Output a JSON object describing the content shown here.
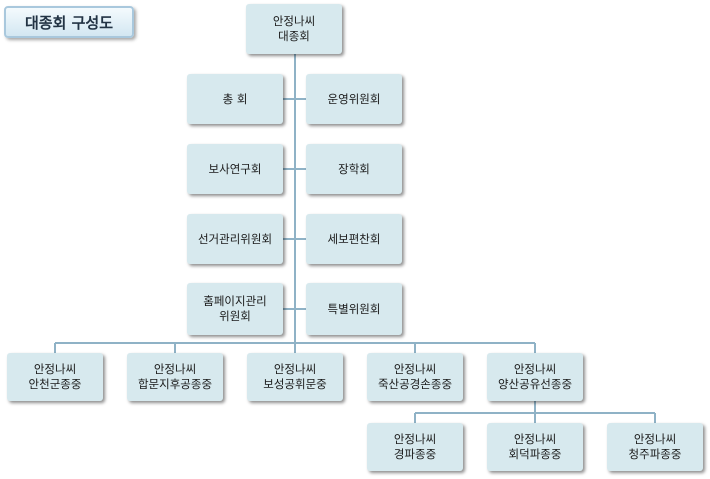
{
  "header": {
    "title": "대종회 구성도"
  },
  "chart": {
    "root": {
      "line1": "안정나씨",
      "line2": "대종회"
    },
    "left_branch": [
      "총  회",
      "보사연구회",
      "선거관리위원회",
      "홈페이지관리\n위원회"
    ],
    "right_branch": [
      "운영위원회",
      "장학회",
      "세보편찬회",
      "특별위원회"
    ],
    "clans": [
      {
        "line1": "안정나씨",
        "line2": "안천군종중"
      },
      {
        "line1": "안정나씨",
        "line2": "합문지후공종중"
      },
      {
        "line1": "안정나씨",
        "line2": "보성공휘문중"
      },
      {
        "line1": "안정나씨",
        "line2": "죽산공경손종중"
      },
      {
        "line1": "안정나씨",
        "line2": "양산공유선종중"
      }
    ],
    "sub_clans": [
      {
        "line1": "안정나씨",
        "line2": "경파종중"
      },
      {
        "line1": "안정나씨",
        "line2": "회덕파종중"
      },
      {
        "line1": "안정나씨",
        "line2": "청주파종중"
      }
    ]
  },
  "colors": {
    "node_fill": "#d7e9ee",
    "connector": "#8fb2c6"
  }
}
